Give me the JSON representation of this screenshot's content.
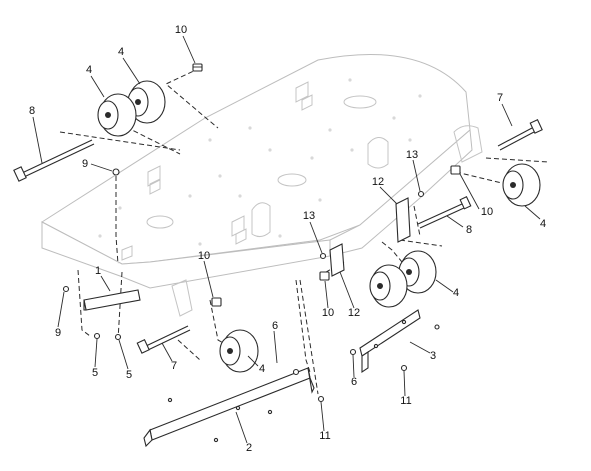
{
  "callouts": [
    {
      "id": "c10a",
      "text": "10"
    },
    {
      "id": "c4a",
      "text": "4"
    },
    {
      "id": "c4b",
      "text": "4"
    },
    {
      "id": "c8a",
      "text": "8"
    },
    {
      "id": "c9a",
      "text": "9"
    },
    {
      "id": "c7a",
      "text": "7"
    },
    {
      "id": "c13a",
      "text": "13"
    },
    {
      "id": "c12a",
      "text": "12"
    },
    {
      "id": "c10b",
      "text": "10"
    },
    {
      "id": "c4c",
      "text": "4"
    },
    {
      "id": "c8b",
      "text": "8"
    },
    {
      "id": "c13b",
      "text": "13"
    },
    {
      "id": "c10c",
      "text": "10"
    },
    {
      "id": "c1",
      "text": "1"
    },
    {
      "id": "c9b",
      "text": "9"
    },
    {
      "id": "c5a",
      "text": "5"
    },
    {
      "id": "c5b",
      "text": "5"
    },
    {
      "id": "c7b",
      "text": "7"
    },
    {
      "id": "c6a",
      "text": "6"
    },
    {
      "id": "c4d",
      "text": "4"
    },
    {
      "id": "c10d",
      "text": "10"
    },
    {
      "id": "c12b",
      "text": "12"
    },
    {
      "id": "c4e",
      "text": "4"
    },
    {
      "id": "c3",
      "text": "3"
    },
    {
      "id": "c6b",
      "text": "6"
    },
    {
      "id": "c11a",
      "text": "11"
    },
    {
      "id": "c11b",
      "text": "11"
    },
    {
      "id": "c2",
      "text": "2"
    }
  ]
}
